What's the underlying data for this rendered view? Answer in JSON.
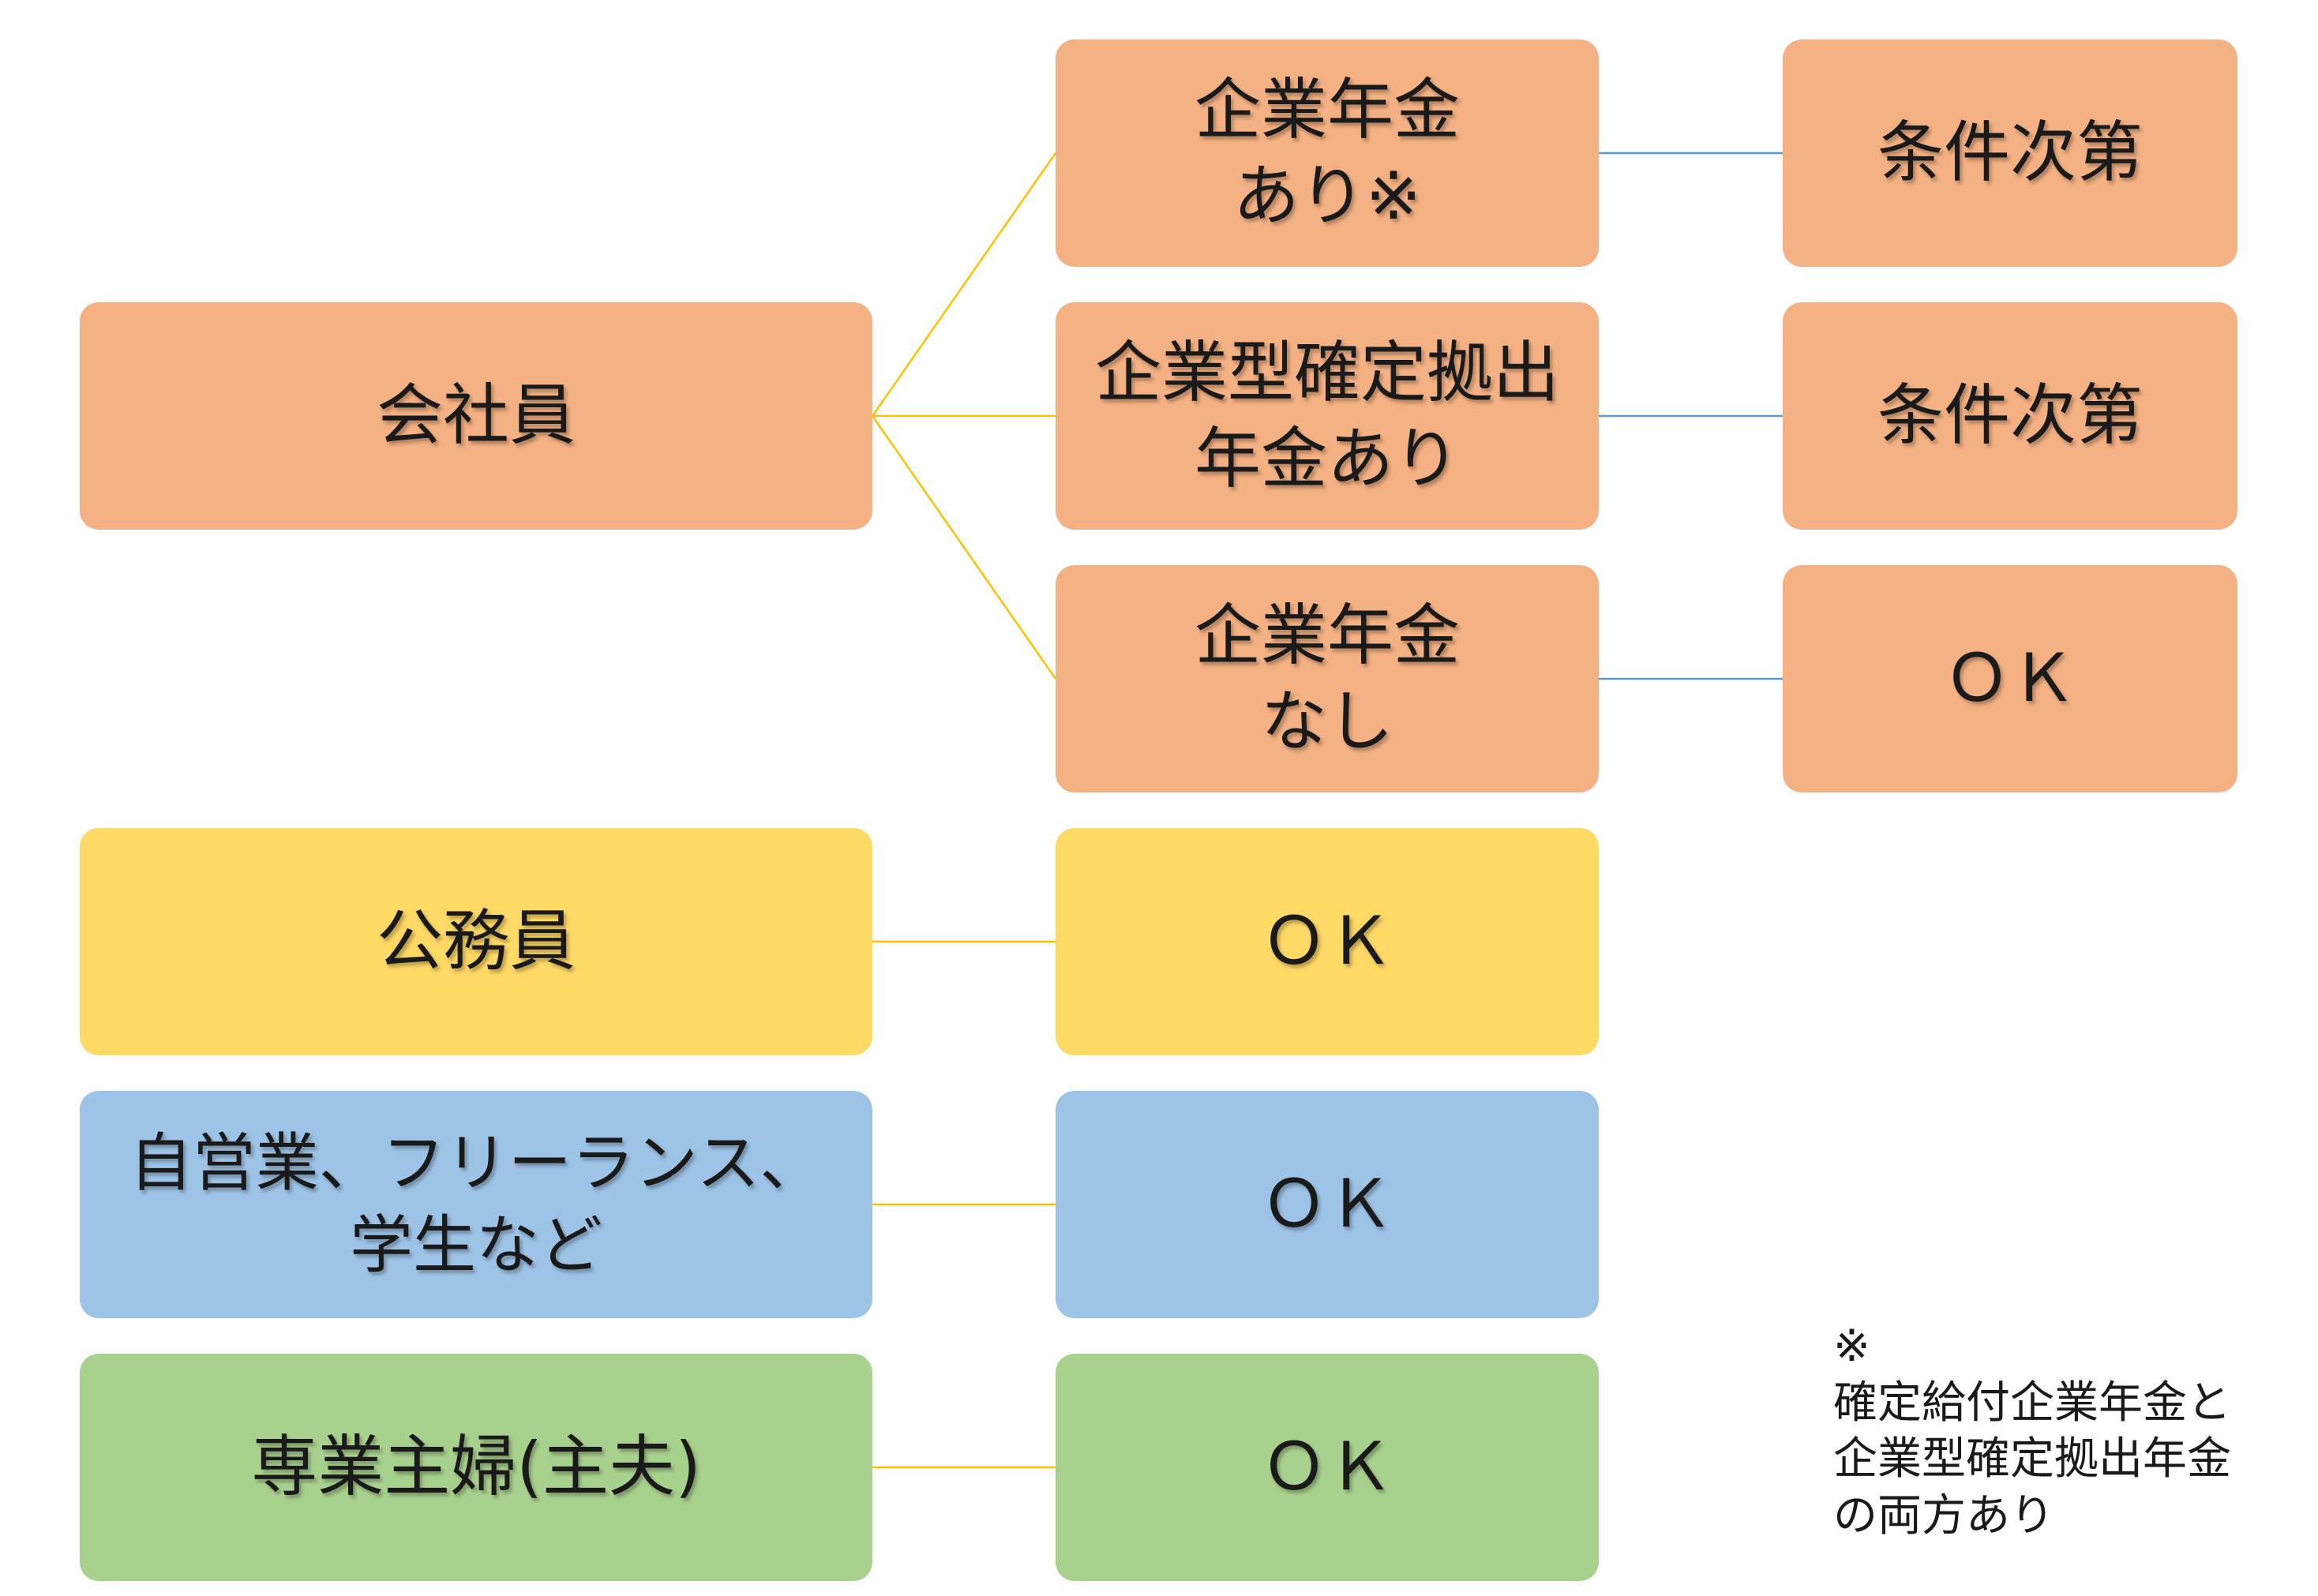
{
  "colors": {
    "employee": "#F4B183",
    "civil_servant": "#FFD966",
    "self_employed": "#9DC3E6",
    "homemaker": "#A9D18E",
    "branch_line_yellow": "#FFC000",
    "branch_line_blue": "#5B9BD5"
  },
  "categories": {
    "employee": "会社員",
    "civil_servant": "公務員",
    "self_employed": "自営業、フリーランス、\n学生など",
    "homemaker": "専業主婦(主夫)"
  },
  "employee_branches": [
    {
      "label": "企業年金\nあり※",
      "result": "条件次第"
    },
    {
      "label": "企業型確定拠出\n年金あり",
      "result": "条件次第"
    },
    {
      "label": "企業年金\nなし",
      "result": "ＯＫ"
    }
  ],
  "results": {
    "civil_servant": "ＯＫ",
    "self_employed": "ＯＫ",
    "homemaker": "ＯＫ"
  },
  "footnote": "※\n確定給付企業年金と\n企業型確定拠出年金\nの両方あり"
}
